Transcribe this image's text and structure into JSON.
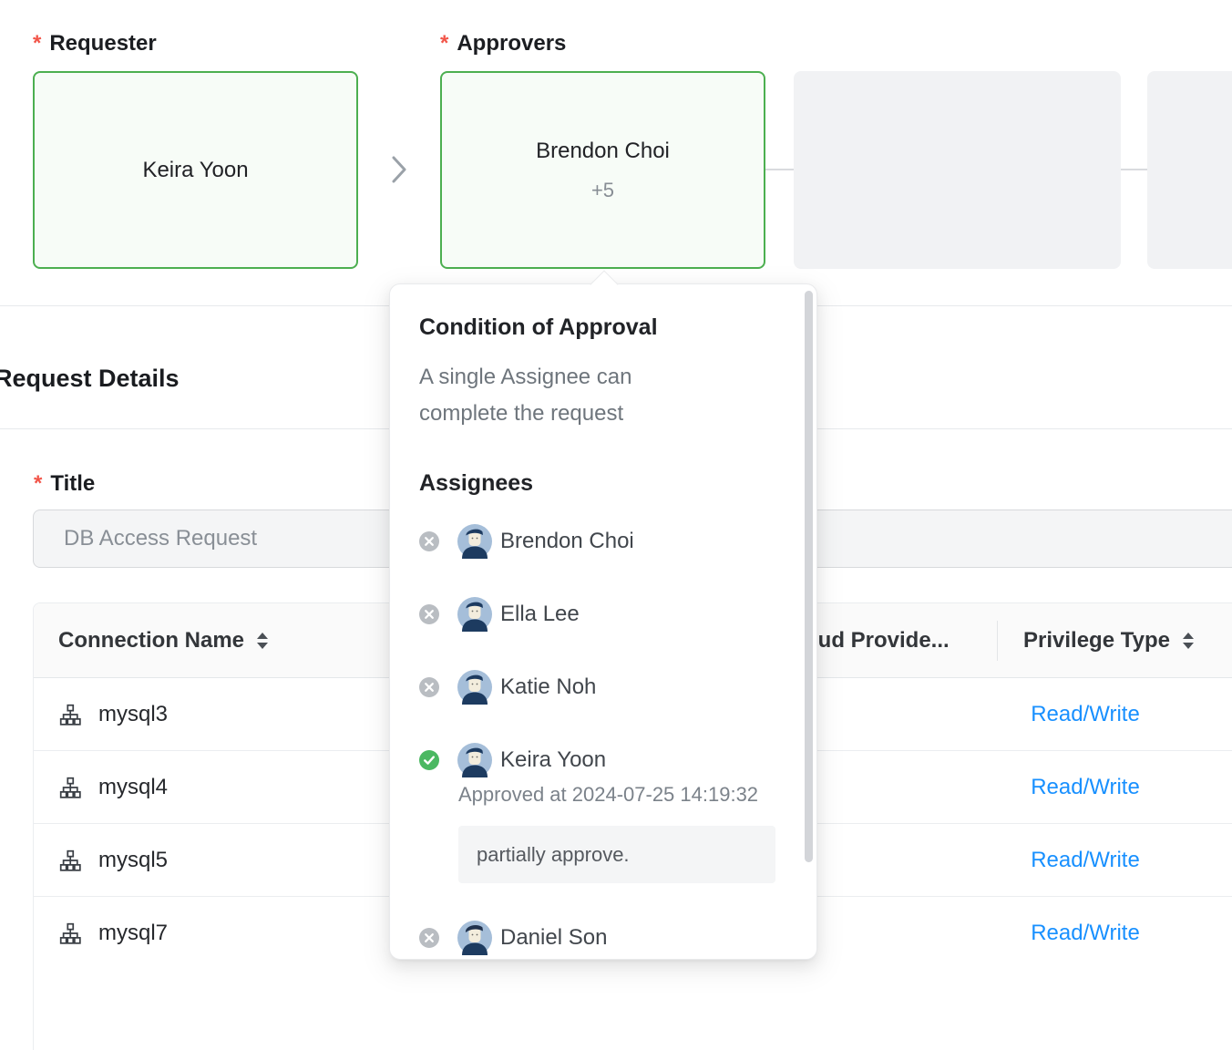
{
  "ui": {
    "required_marker": "*"
  },
  "workflow": {
    "requester_label": "Requester",
    "approvers_label": "Approvers",
    "requester_name": "Keira Yoon",
    "approver_name": "Brendon Choi",
    "approver_extra": "+5"
  },
  "section": {
    "title": "Request Details"
  },
  "form": {
    "title_label": "Title",
    "title_value": "DB Access Request"
  },
  "table": {
    "headers": {
      "connection": "Connection Name",
      "cloud_provider": "Cloud Provide...",
      "privilege": "Privilege Type"
    },
    "rows": [
      {
        "name": "mysql3",
        "privilege": "Read/Write"
      },
      {
        "name": "mysql4",
        "privilege": "Read/Write"
      },
      {
        "name": "mysql5",
        "privilege": "Read/Write"
      },
      {
        "name": "mysql7",
        "privilege": "Read/Write"
      }
    ]
  },
  "popover": {
    "condition_title": "Condition of Approval",
    "condition_desc": "A single Assignee can complete the request",
    "assignees_title": "Assignees",
    "assignees": [
      {
        "name": "Brendon Choi",
        "status": "pending"
      },
      {
        "name": "Ella Lee",
        "status": "pending"
      },
      {
        "name": "Katie Noh",
        "status": "pending"
      },
      {
        "name": "Keira Yoon",
        "status": "approved",
        "approved_at": "Approved at 2024-07-25 14:19:32",
        "comment": "partially approve."
      },
      {
        "name": "Daniel Son",
        "status": "pending"
      }
    ]
  },
  "colors": {
    "accent_green": "#4caf50",
    "success_check": "#4bb862",
    "link_blue": "#1890ff",
    "required_red": "#f25549",
    "placeholder_gray": "#f1f2f4"
  }
}
